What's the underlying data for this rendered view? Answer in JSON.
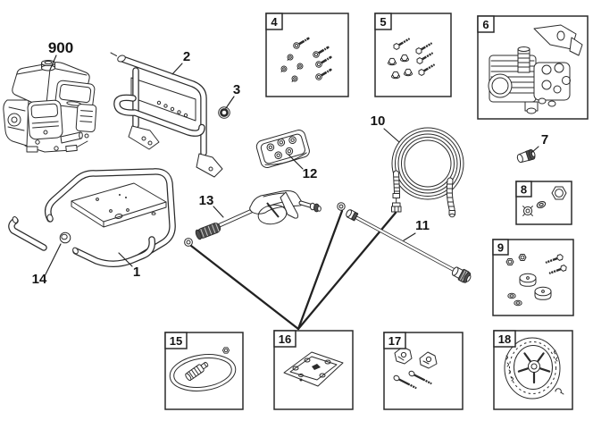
{
  "figure": {
    "kind": "exploded parts diagram",
    "background": "#ffffff",
    "ink": "#2b2b2b",
    "parts": {
      "frame": {
        "label": "1",
        "depicts": "frame base cradle"
      },
      "handle": {
        "label": "2",
        "depicts": "handle assembly"
      },
      "knob": {
        "label": "3",
        "depicts": "handle knob"
      },
      "kit4": {
        "label": "4",
        "depicts": "screw kit"
      },
      "kit5": {
        "label": "5",
        "depicts": "bolt and nut kit"
      },
      "pump": {
        "label": "6",
        "depicts": "pump assembly"
      },
      "adapter": {
        "label": "7",
        "depicts": "adapter fitting"
      },
      "kit8": {
        "label": "8",
        "depicts": "plug, washer and screen kit"
      },
      "kit9": {
        "label": "9",
        "depicts": "isolator mount kit"
      },
      "hose": {
        "label": "10",
        "depicts": "high-pressure hose"
      },
      "wand": {
        "label": "11",
        "depicts": "spray wand"
      },
      "nozzles": {
        "label": "12",
        "depicts": "nozzle tray kit"
      },
      "gun": {
        "label": "13",
        "depicts": "spray gun"
      },
      "cap": {
        "label": "14",
        "depicts": "tube end cap"
      },
      "kit15": {
        "label": "15",
        "depicts": "siphon hose and filter kit"
      },
      "kit16": {
        "label": "16",
        "depicts": "base panel kit"
      },
      "kit17": {
        "label": "17",
        "depicts": "axle bracket and bolt kit"
      },
      "wheel": {
        "label": "18",
        "depicts": "wheel"
      },
      "engine": {
        "label": "900",
        "depicts": "gas engine"
      }
    }
  }
}
